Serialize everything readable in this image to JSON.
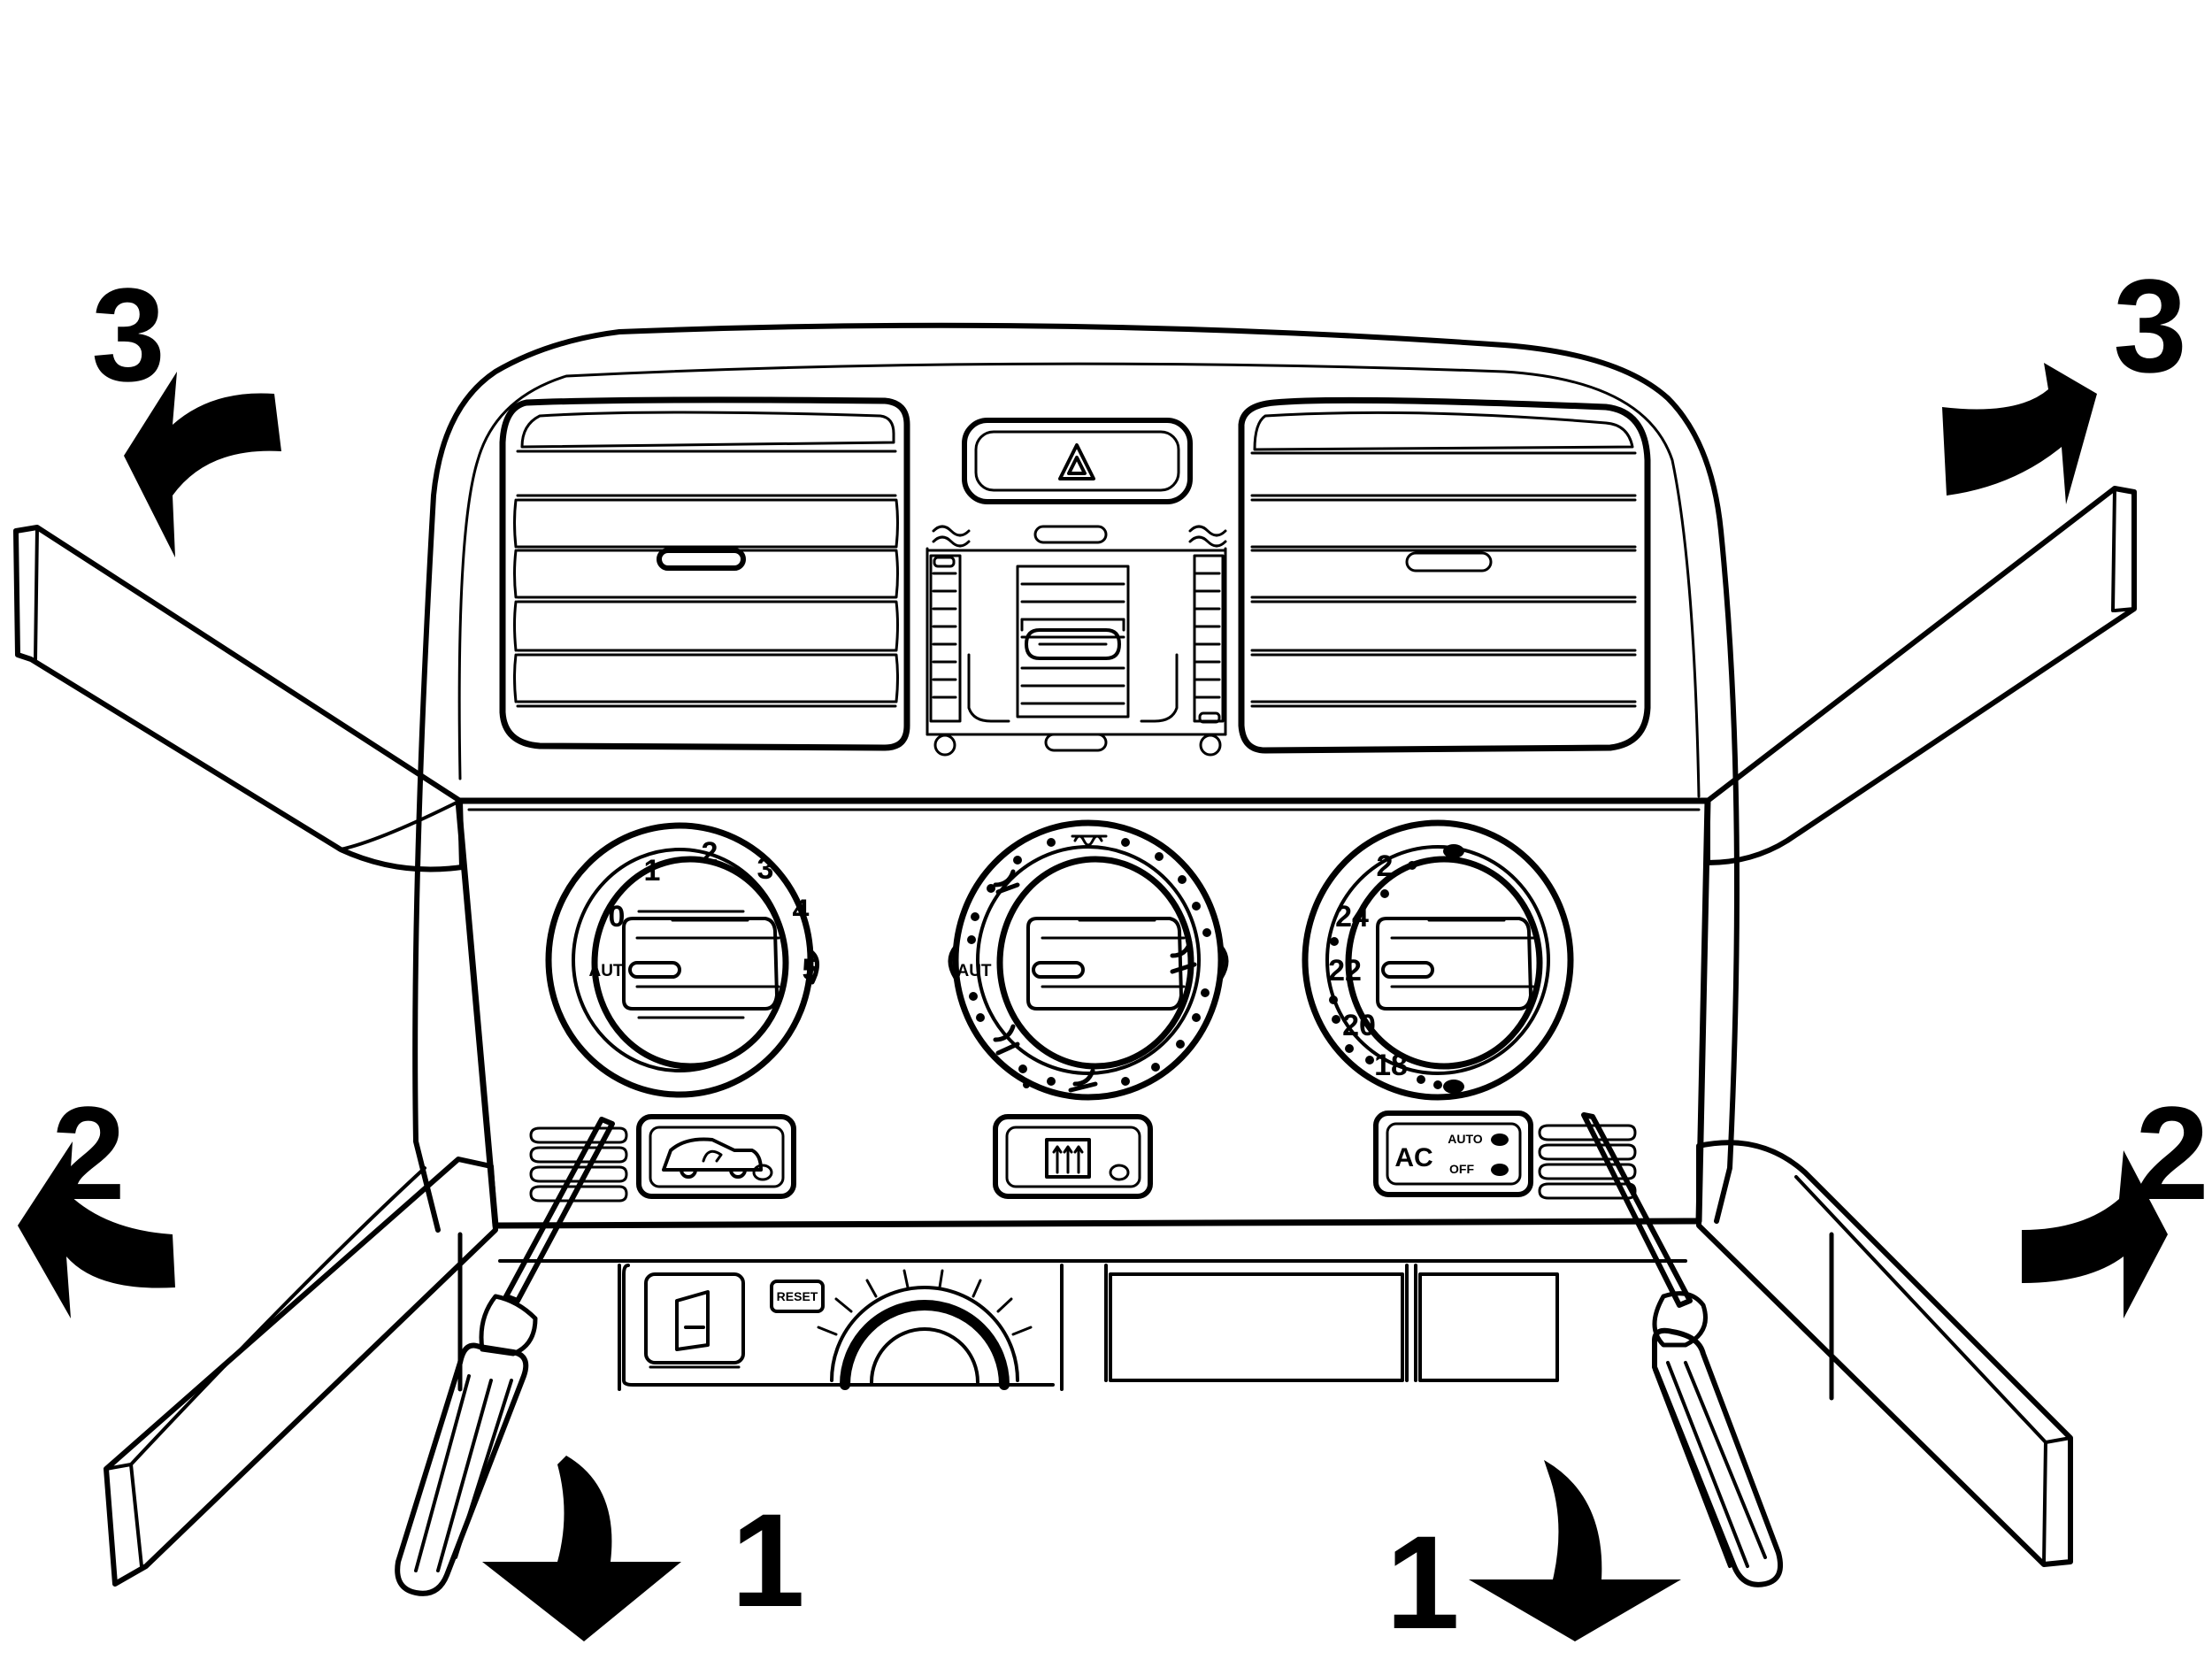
{
  "steps": {
    "step_1_left": "1",
    "step_1_right": "1",
    "step_2_left": "2",
    "step_2_right": "2",
    "step_3_left": "3",
    "step_3_right": "3"
  },
  "fan_dial": {
    "ticks": [
      "0",
      "1",
      "2",
      "3",
      "4",
      "5"
    ],
    "auto_label": "AUT"
  },
  "mode_dial": {
    "auto_label": "AUT"
  },
  "temp_dial": {
    "ticks": [
      "2",
      "24",
      "22",
      "20",
      "18"
    ],
    "auto_label": ""
  },
  "buttons": {
    "ac_label": "AC",
    "auto_indicator": "AUTO",
    "off_indicator": "OFF",
    "reset_label": "RESET"
  },
  "colors": {
    "ink": "#000000",
    "paper": "#ffffff"
  }
}
